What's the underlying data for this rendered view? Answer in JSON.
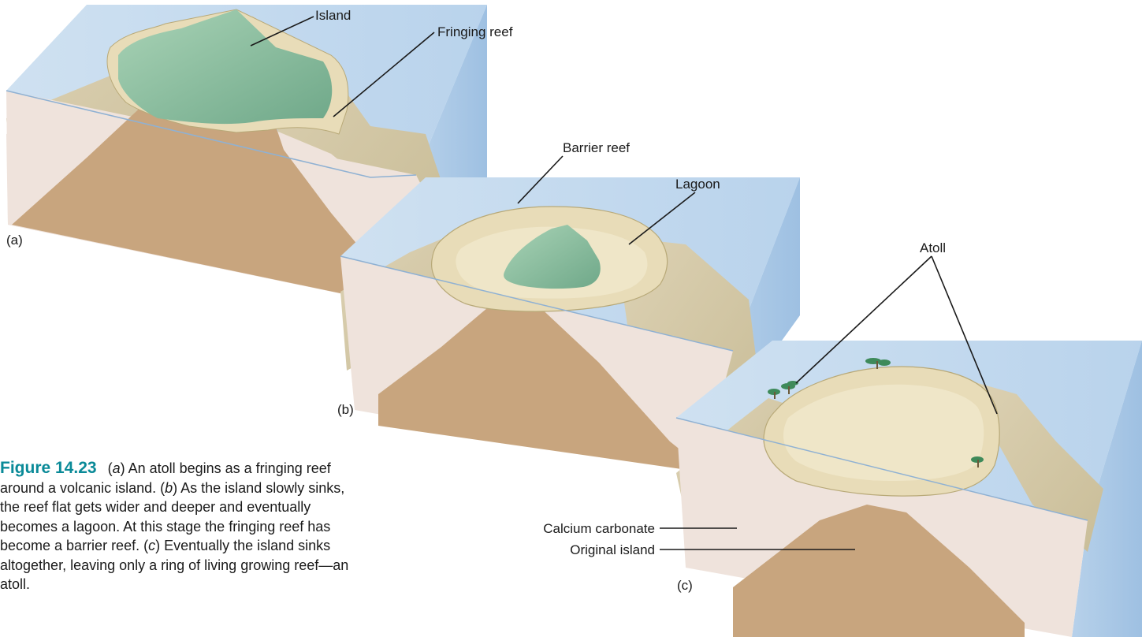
{
  "labels": {
    "island": "Island",
    "fringing_reef": "Fringing reef",
    "barrier_reef": "Barrier reef",
    "lagoon": "Lagoon",
    "atoll": "Atoll",
    "calcium_carbonate": "Calcium carbonate",
    "original_island": "Original island",
    "panel_a": "(a)",
    "panel_b": "(b)",
    "panel_c": "(c)"
  },
  "caption": {
    "figure_label": "Figure 14.23",
    "part_a_letter": "a",
    "part_a_text": ") An atoll begins as a fringing reef around a volcanic island. (",
    "part_b_letter": "b",
    "part_b_text": ") As the island slowly sinks, the reef flat gets wider and deeper and eventually becomes a lagoon. At this stage the fringing reef has become a barrier reef. (",
    "part_c_letter": "c",
    "part_c_text": ") Eventually the island sinks altogether, leaving only a ring of living growing reef—an atoll.",
    "open_paren": "("
  },
  "colors": {
    "water_top": "#c9dff0",
    "water_side": "#a9c8e6",
    "rock": "#c8a57e",
    "carbonate": "#efe3dc",
    "reef": "#e8dcb8",
    "vegetation": "#8fc0a2",
    "caption_accent": "#0a8a98"
  }
}
